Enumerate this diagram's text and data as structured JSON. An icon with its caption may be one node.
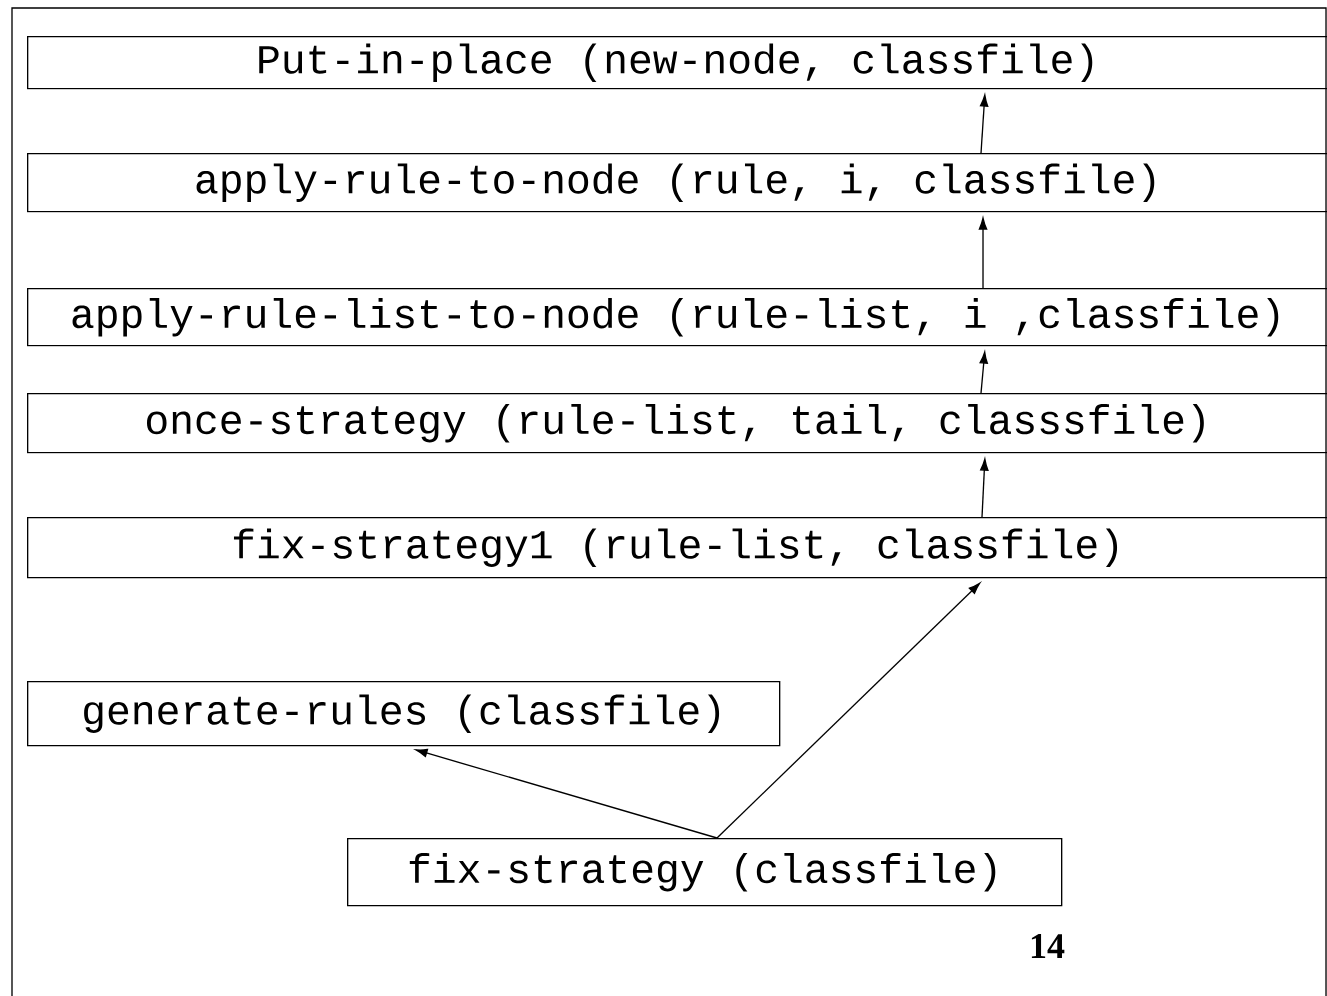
{
  "diagram": {
    "nodes": [
      {
        "text": [
          "Put-in-place (new-node, classfile)"
        ]
      },
      {
        "text": [
          "apply-rule-to-node (rule, i, classfile)"
        ]
      },
      {
        "text": [
          "apply-rule-list-to-node (rule-list, i ,classfile)"
        ]
      },
      {
        "text": [
          "once-strategy (rule-list, tail, classsfile)"
        ]
      },
      {
        "text": [
          "fix-strategy1 (rule-list, classfile)"
        ]
      },
      {
        "text": [
          "generate-rules (classfile)"
        ]
      },
      {
        "text": [
          "fix-strategy (classfile)"
        ]
      }
    ],
    "edges": [
      {
        "from": 1,
        "to": 0,
        "arrow": "to"
      },
      {
        "from": 2,
        "to": 1,
        "arrow": "to"
      },
      {
        "from": 3,
        "to": 2,
        "arrow": "to"
      },
      {
        "from": 4,
        "to": 3,
        "arrow": "to"
      },
      {
        "from": 6,
        "to": 4,
        "arrow": "to"
      },
      {
        "from": 6,
        "to": 5,
        "arrow": "to"
      }
    ],
    "labels": [
      "14"
    ]
  }
}
